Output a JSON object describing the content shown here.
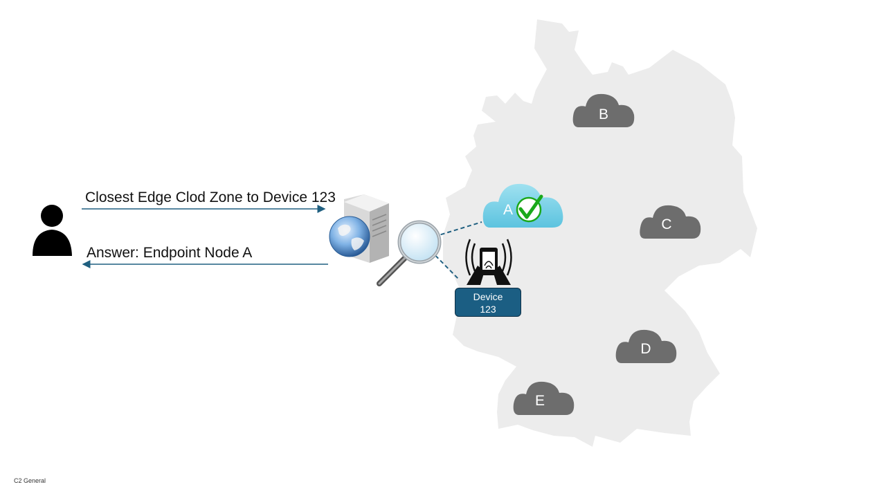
{
  "request_label": "Closest Edge Clod Zone to Device 123",
  "answer_label": "Answer: Endpoint Node A",
  "device": {
    "line1": "Device",
    "line2": "123"
  },
  "zones": {
    "a": "A",
    "b": "B",
    "c": "C",
    "d": "D",
    "e": "E"
  },
  "footer": "C2 General",
  "colors": {
    "map": "#ececec",
    "cloud_inactive": "#6d6d6d",
    "cloud_selected": "#7dd3e8",
    "arrow": "#1f5f80",
    "check": "#1aa81a",
    "device_box": "#1b5e83"
  }
}
